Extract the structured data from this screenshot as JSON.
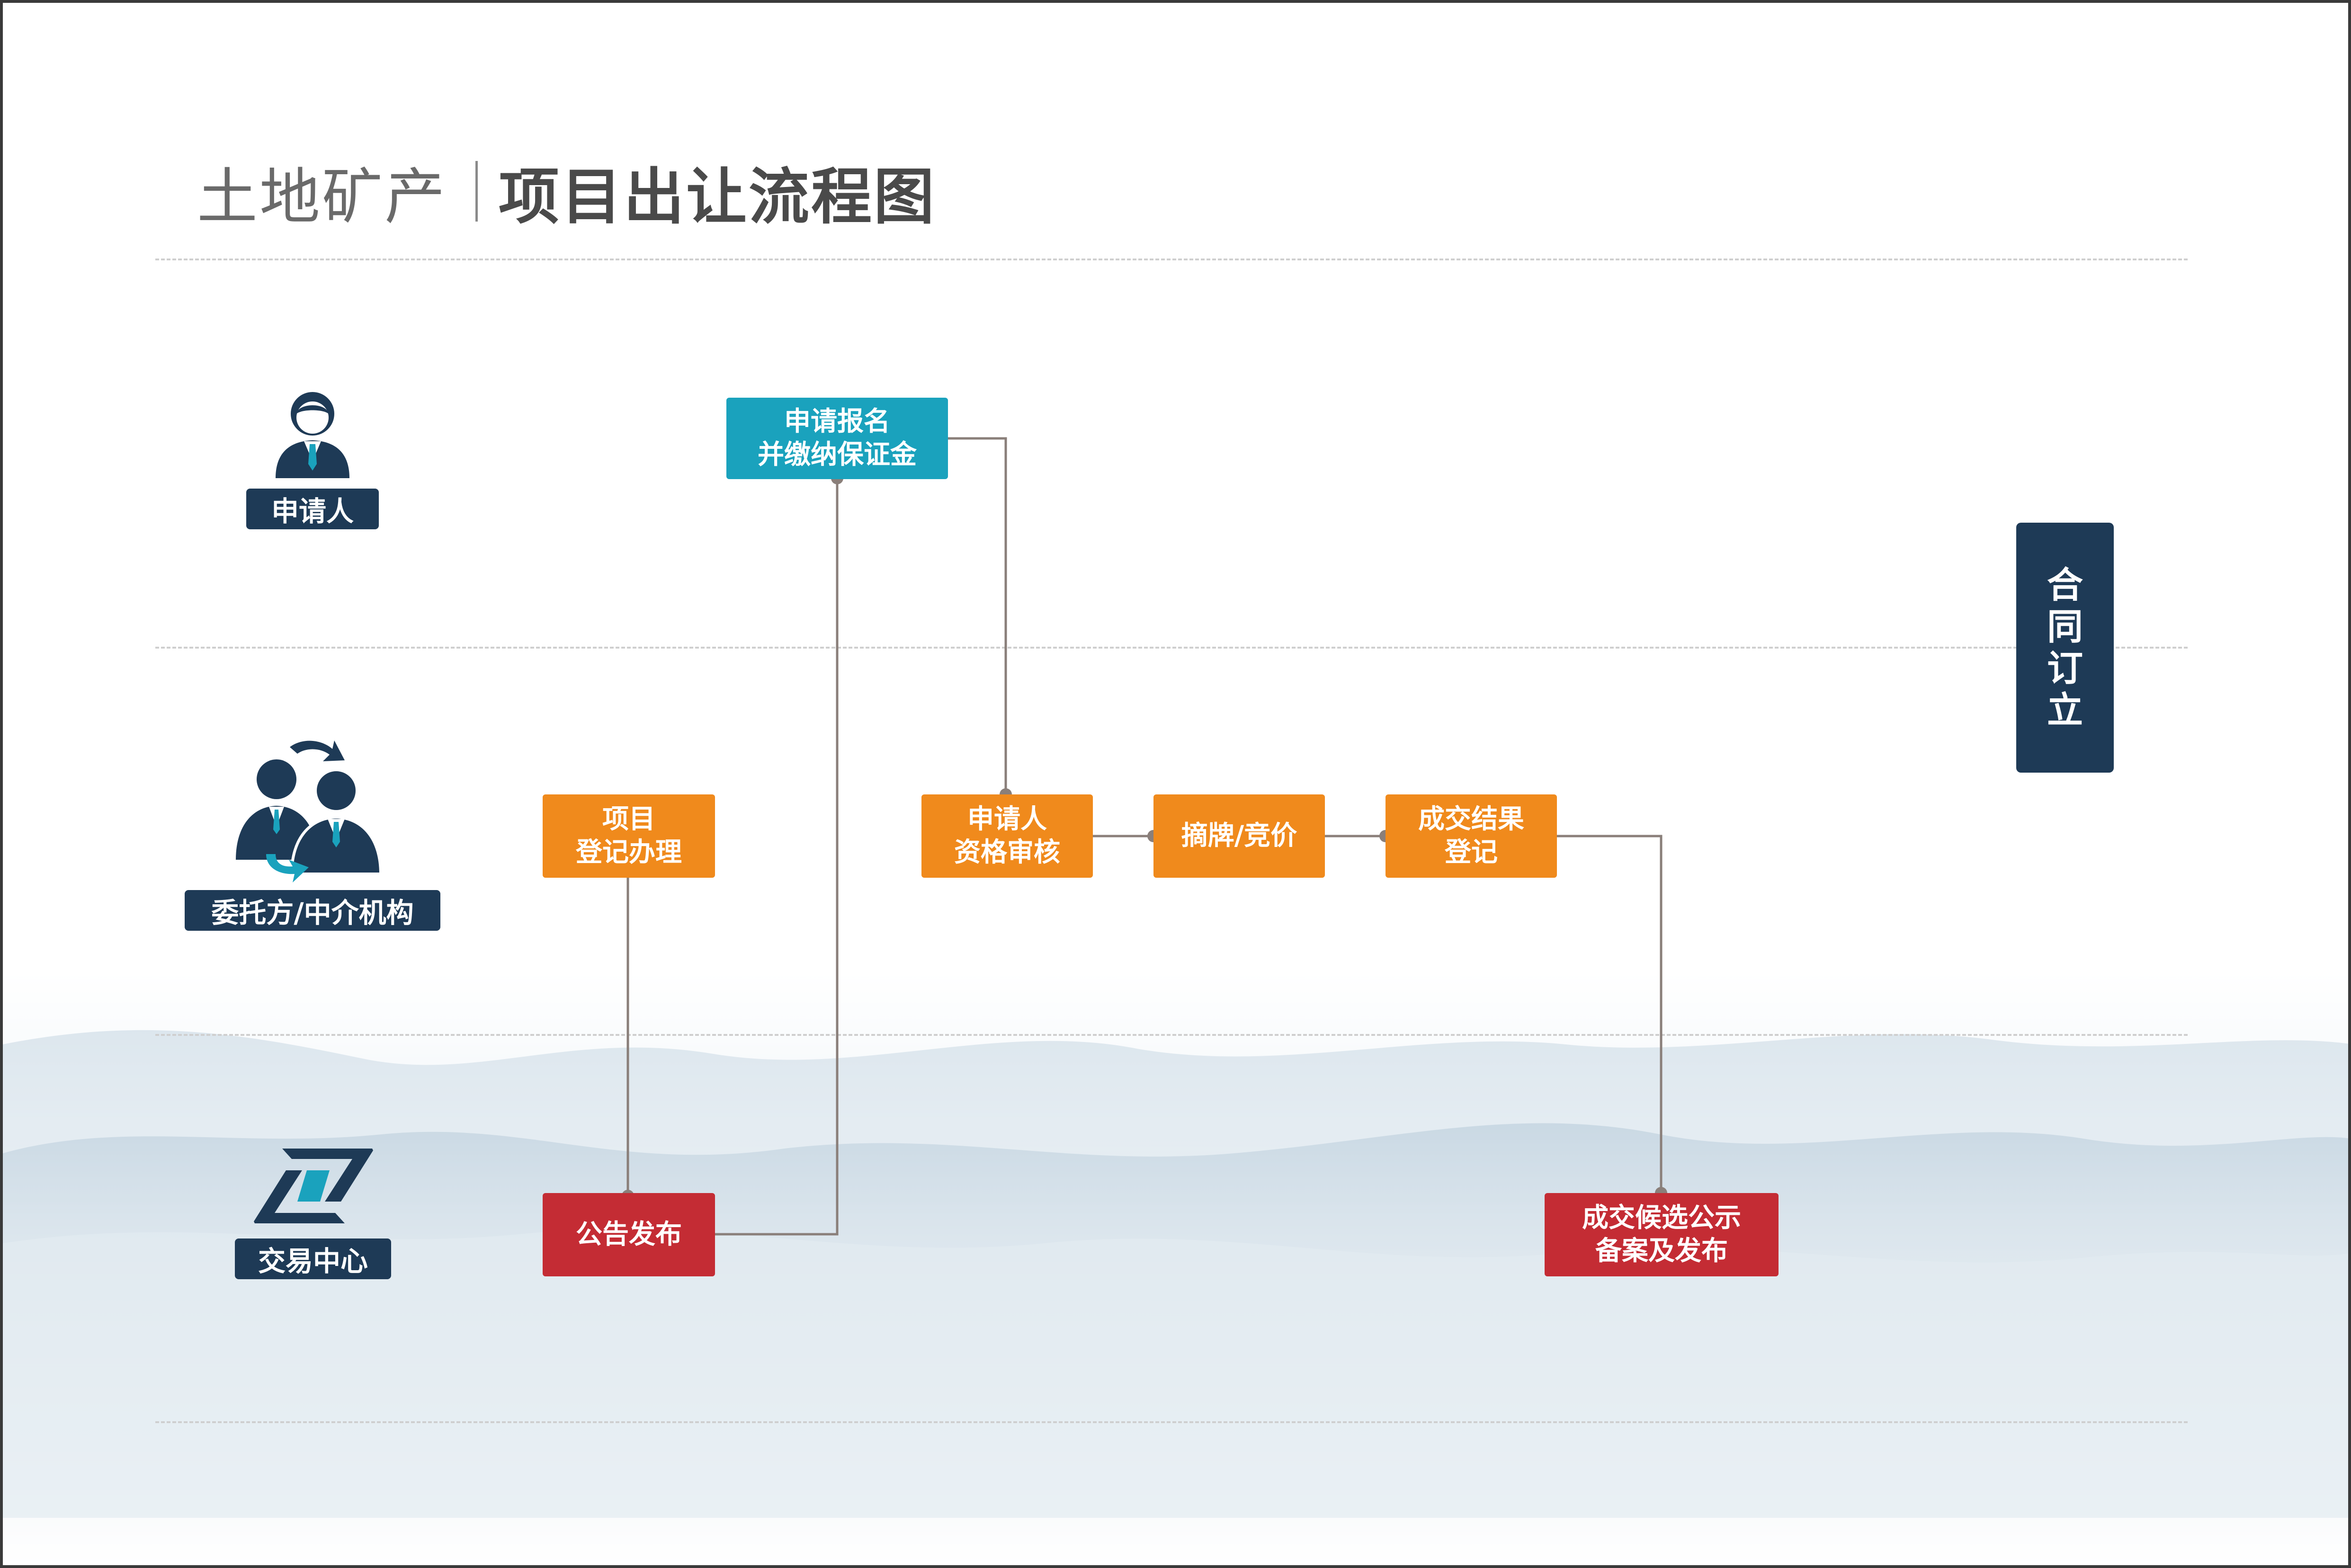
{
  "title": {
    "light": "土地矿产",
    "bold": "项目出让流程图"
  },
  "actors": [
    {
      "label": "申请人",
      "icon": "person-icon"
    },
    {
      "label": "委托方/中介机构",
      "icon": "people-exchange-icon"
    },
    {
      "label": "交易中心",
      "icon": "exchange-center-logo-icon"
    }
  ],
  "steps": {
    "apply": {
      "line1": "申请报名",
      "line2": "并缴纳保证金"
    },
    "register": {
      "line1": "项目",
      "line2": "登记办理"
    },
    "review": {
      "line1": "申请人",
      "line2": "资格审核"
    },
    "bid": {
      "line1": "摘牌/竞价"
    },
    "deal": {
      "line1": "成交结果",
      "line2": "登记"
    },
    "announce": {
      "line1": "公告发布"
    },
    "publish": {
      "line1": "成交候选公示",
      "line2": "备案及发布"
    }
  },
  "contract": {
    "chars": [
      "合",
      "同",
      "订",
      "立"
    ]
  },
  "colors": {
    "navy": "#1e3a56",
    "teal": "#1aa2bd",
    "orange": "#f08a1c",
    "red": "#c42c34",
    "connector": "#8a7f7a"
  }
}
